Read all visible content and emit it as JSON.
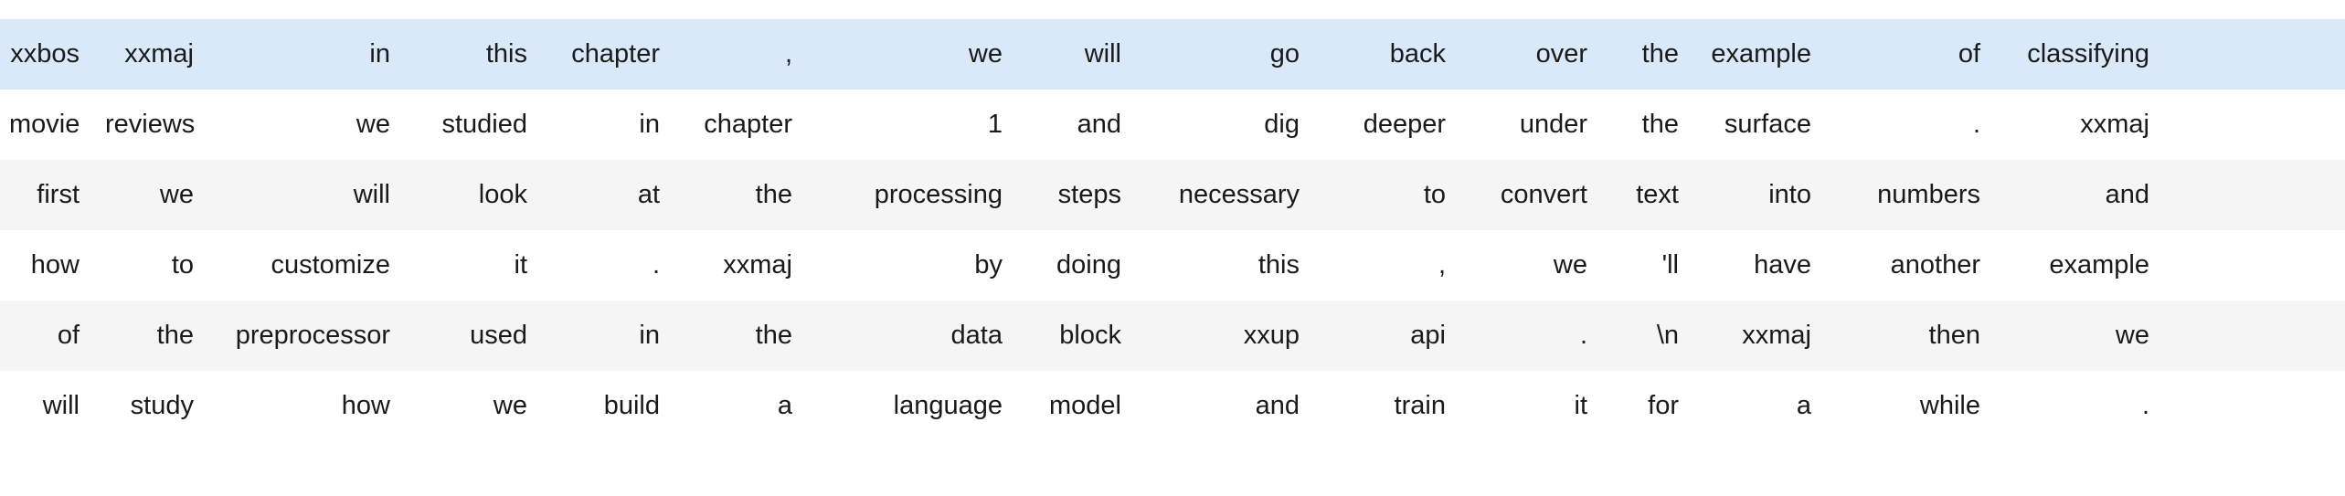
{
  "table": {
    "columns": 16,
    "rows": 6,
    "row_styles": [
      "highlight",
      "even",
      "odd",
      "even",
      "odd",
      "even"
    ],
    "colors": {
      "highlight_row_bg": "#d9e9f9",
      "odd_row_bg": "#f5f5f5",
      "even_row_bg": "#ffffff",
      "text": "#1a1a1a",
      "page_bg": "#ffffff"
    },
    "cells": [
      [
        "xxbos",
        "xxmaj",
        "in",
        "this",
        "chapter",
        ",",
        "we",
        "will",
        "go",
        "back",
        "over",
        "the",
        "example",
        "of",
        "classifying"
      ],
      [
        "movie",
        "reviews",
        "we",
        "studied",
        "in",
        "chapter",
        "1",
        "and",
        "dig",
        "deeper",
        "under",
        "the",
        "surface",
        ".",
        "xxmaj"
      ],
      [
        "first",
        "we",
        "will",
        "look",
        "at",
        "the",
        "processing",
        "steps",
        "necessary",
        "to",
        "convert",
        "text",
        "into",
        "numbers",
        "and"
      ],
      [
        "how",
        "to",
        "customize",
        "it",
        ".",
        "xxmaj",
        "by",
        "doing",
        "this",
        ",",
        "we",
        "'ll",
        "have",
        "another",
        "example"
      ],
      [
        "of",
        "the",
        "preprocessor",
        "used",
        "in",
        "the",
        "data",
        "block",
        "xxup",
        "api",
        ".",
        "\\n",
        "xxmaj",
        "then",
        "we"
      ],
      [
        "will",
        "study",
        "how",
        "we",
        "build",
        "a",
        "language",
        "model",
        "and",
        "train",
        "it",
        "for",
        "a",
        "while",
        "."
      ]
    ]
  }
}
